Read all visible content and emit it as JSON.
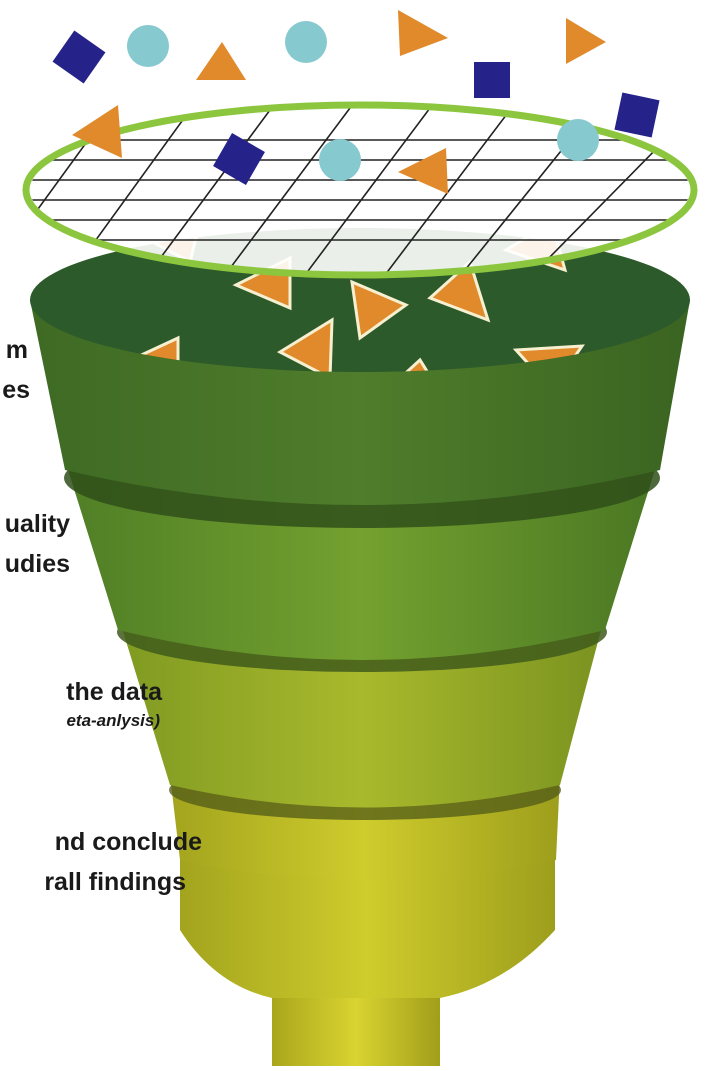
{
  "labels": {
    "step1_line1": "m",
    "step1_line2": "es",
    "step2_line1": "uality",
    "step2_line2": "udies",
    "step3_line1": "the data",
    "step3_line2": "eta-anlysis)",
    "step4_line1": "nd conclude",
    "step4_line2": "rall findings"
  },
  "colors": {
    "funnel_dark": "#355f22",
    "funnel_mid": "#5f8f2e",
    "funnel_light": "#9fb02a",
    "funnel_yellow": "#c8c428",
    "ring": "#8cc63f",
    "square": "#25238a",
    "circle": "#86c9cf",
    "triangle": "#e08a2c"
  },
  "icons": [
    "square-shape-icon",
    "circle-shape-icon",
    "triangle-shape-icon"
  ]
}
